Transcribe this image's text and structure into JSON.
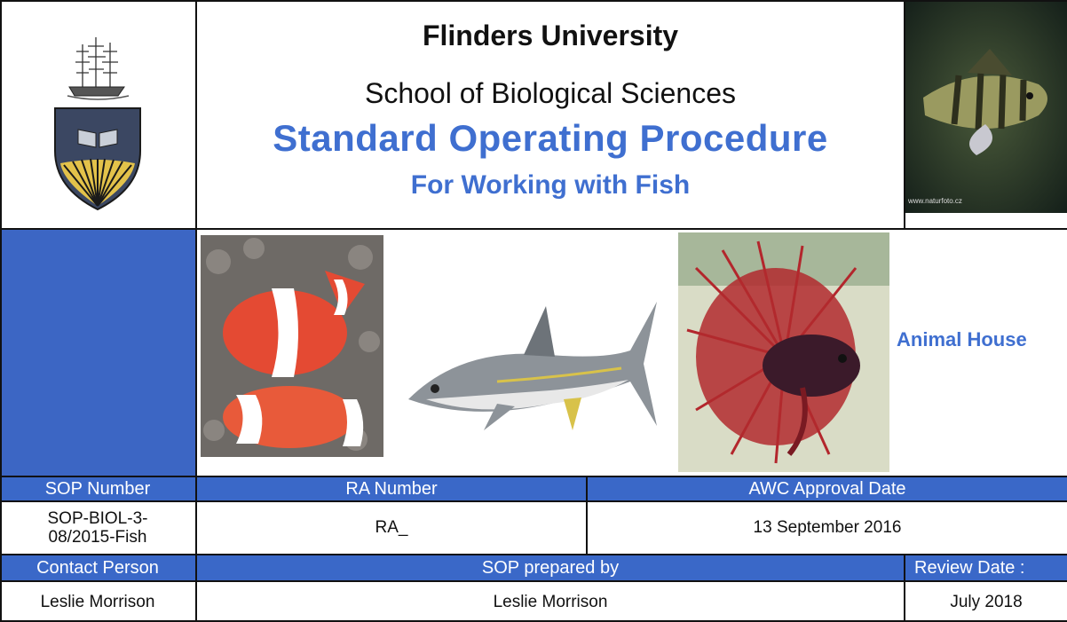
{
  "header": {
    "university": "Flinders University",
    "school": "School of Biological Sciences",
    "doc_type": "Standard Operating Procedure",
    "subtitle": "For Working with Fish"
  },
  "photo_caption": "www.naturfoto.cz",
  "animal_house": "Animal House",
  "table": {
    "row1_headers": [
      "SOP Number",
      "RA Number",
      "AWC Approval Date"
    ],
    "row1_values": [
      "SOP-BIOL-3-08/2015-Fish",
      "RA_",
      "13 September 2016"
    ],
    "row2_headers": [
      "Contact Person",
      "SOP prepared by",
      "Review Date :"
    ],
    "row2_values": [
      "Leslie Morrison",
      "Leslie Morrison",
      "July 2018"
    ]
  },
  "colors": {
    "header_blue": "#3a68c8",
    "title_blue": "#3f6fd0"
  }
}
